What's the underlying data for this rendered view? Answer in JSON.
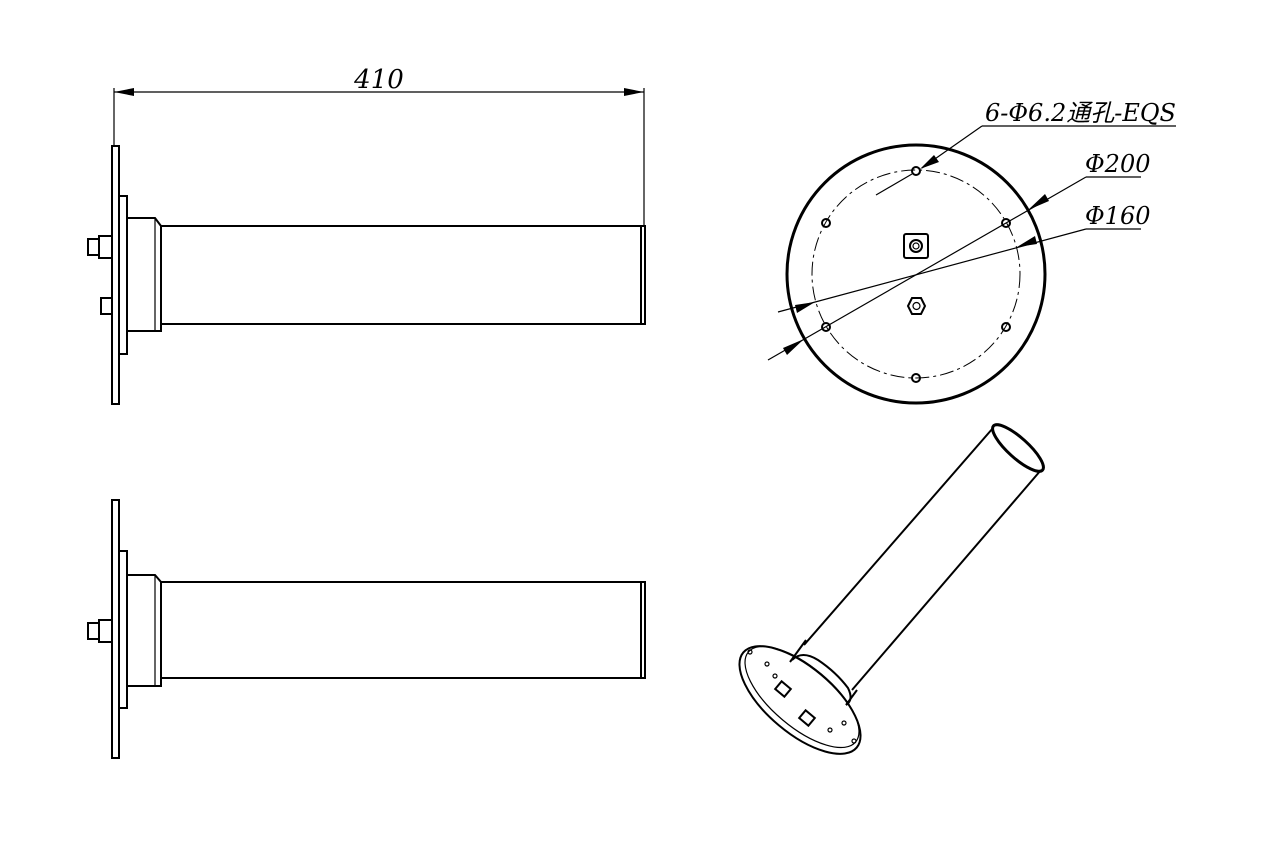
{
  "drawing": {
    "overall_length_label": "410",
    "hole_callout": "6-Φ6.2通孔-EQS",
    "flange_diameter_label": "Φ200",
    "bolt_circle_label": "Φ160"
  },
  "colors": {
    "line": "#000000",
    "background": "#ffffff"
  }
}
